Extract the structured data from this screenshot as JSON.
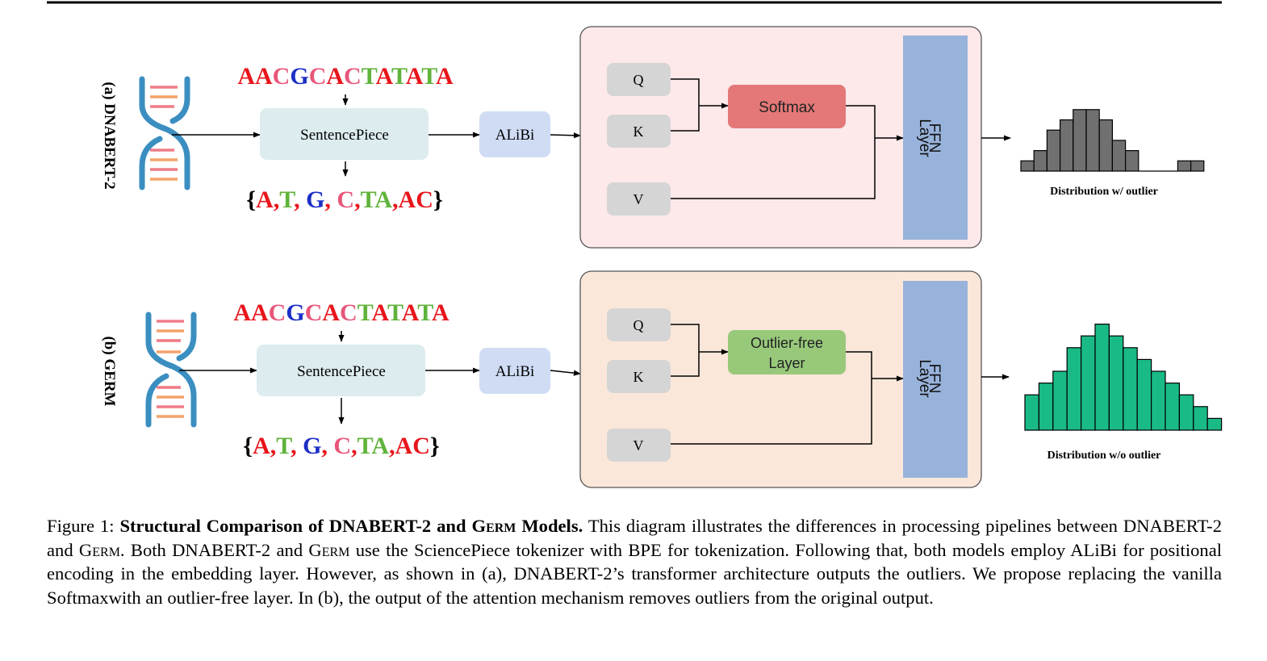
{
  "panel_a": {
    "label": "(a) DNABERT-2",
    "sequence": [
      {
        "t": "A",
        "c": "#e8151b"
      },
      {
        "t": "A",
        "c": "#e8151b"
      },
      {
        "t": "C",
        "c": "#e8567a"
      },
      {
        "t": "G",
        "c": "#1c2fc6"
      },
      {
        "t": "C",
        "c": "#e8567a"
      },
      {
        "t": "A",
        "c": "#e8151b"
      },
      {
        "t": "C",
        "c": "#e8567a"
      },
      {
        "t": "T",
        "c": "#5fb33a"
      },
      {
        "t": "A",
        "c": "#e8151b"
      },
      {
        "t": "T",
        "c": "#5fb33a"
      },
      {
        "t": "A",
        "c": "#e8151b"
      },
      {
        "t": "T",
        "c": "#5fb33a"
      },
      {
        "t": "A",
        "c": "#e8151b"
      }
    ],
    "tokens": [
      {
        "t": "{",
        "c": "#000000"
      },
      {
        "t": "A",
        "c": "#e8151b"
      },
      {
        "t": ",",
        "c": "#e8151b"
      },
      {
        "t": "T",
        "c": "#5fb33a"
      },
      {
        "t": ", ",
        "c": "#e8151b"
      },
      {
        "t": "G",
        "c": "#1c2fc6"
      },
      {
        "t": ", ",
        "c": "#e8151b"
      },
      {
        "t": "C",
        "c": "#e8567a"
      },
      {
        "t": ",",
        "c": "#e8151b"
      },
      {
        "t": "TA",
        "c": "#5fb33a"
      },
      {
        "t": ",",
        "c": "#e8151b"
      },
      {
        "t": "AC",
        "c": "#e8151b"
      },
      {
        "t": "}",
        "c": "#000000"
      }
    ],
    "tokenizer": "SentencePiece",
    "pos_enc": "ALiBi",
    "q": "Q",
    "k": "K",
    "v": "V",
    "attn": "Softmax",
    "ffn_line1": "FFN",
    "ffn_line2": "Layer",
    "dist_label": "Distribution w/ outlier"
  },
  "panel_b": {
    "label": "(b) GERM",
    "tokenizer": "SentencePiece",
    "pos_enc": "ALiBi",
    "q": "Q",
    "k": "K",
    "v": "V",
    "attn_line1": "Outlier-free",
    "attn_line2": "Layer",
    "ffn_line1": "FFN",
    "ffn_line2": "Layer",
    "dist_label": "Distribution w/o outlier"
  },
  "chart_data": [
    {
      "type": "bar",
      "values": [
        1,
        2,
        4,
        5,
        6,
        6,
        5,
        3,
        2,
        0,
        0,
        0,
        1,
        1
      ],
      "color": "#707070"
    },
    {
      "type": "bar",
      "values": [
        3,
        4,
        5,
        7,
        8,
        9,
        8,
        7,
        6,
        5,
        4,
        3,
        2,
        1
      ],
      "color": "#1aba87"
    }
  ],
  "colors": {
    "panel_a_bg": "#fde8ea",
    "panel_b_bg": "#fbe7d9",
    "softmax": "#e47878",
    "outlier_free": "#98c97b",
    "ffn": "#98b3db",
    "sentencepiece": "#dcecef",
    "alibi": "#cfdcf4",
    "qkv": "#d5d5d5",
    "dna_blue": "#3b8ec0"
  },
  "caption": {
    "prefix": "Figure 1: ",
    "title": "Structural Comparison of DNABERT-2 and G",
    "title_sc": "erm",
    "title_end": " Models.",
    "s1": " This diagram illustrates the differences in processing pipelines between DNABERT-2 and G",
    "s1_sc": "erm",
    "s2": ". Both DNABERT-2 and G",
    "s2_sc": "erm",
    "s3": " use the SciencePiece tokenizer with BPE for tokenization. Following that, both models employ ALiBi for positional encoding in the embedding layer. However, as shown in (a), DNABERT-2’s transformer architecture outputs the outliers. We propose replacing the vanilla Softmaxwith an outlier-free layer. In (b), the output of the attention mechanism removes outliers from the original output."
  }
}
